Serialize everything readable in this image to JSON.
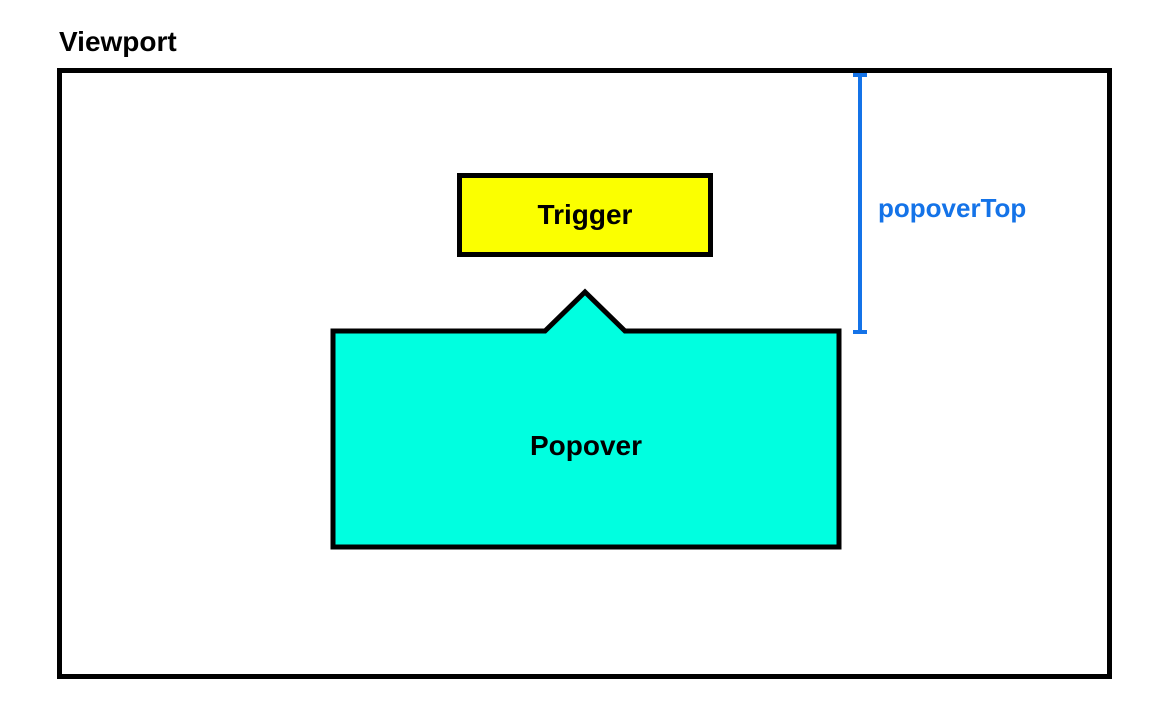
{
  "diagram": {
    "viewport_label": "Viewport",
    "trigger_label": "Trigger",
    "popover_label": "Popover",
    "measurement_label": "popoverTop"
  },
  "colors": {
    "outline": "#000000",
    "background": "#FFFFFF",
    "trigger_fill": "#FBFF00",
    "popover_fill": "#00FFE0",
    "measurement_blue": "#1473E8"
  }
}
